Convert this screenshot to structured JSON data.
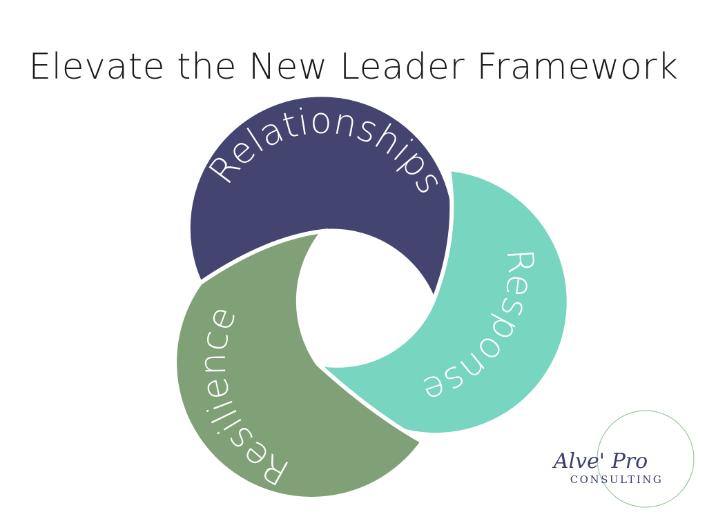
{
  "title": "Elevate the New Leader Framework",
  "segments": [
    {
      "label": "Relationships",
      "color": "#43446f"
    },
    {
      "label": "Response",
      "color": "#78d5bf"
    },
    {
      "label": "Resilience",
      "color": "#80a077"
    }
  ],
  "logo": {
    "signature": "Alve' Pro",
    "subtitle": "CONSULTING",
    "ring_color": "#9cc49a"
  }
}
